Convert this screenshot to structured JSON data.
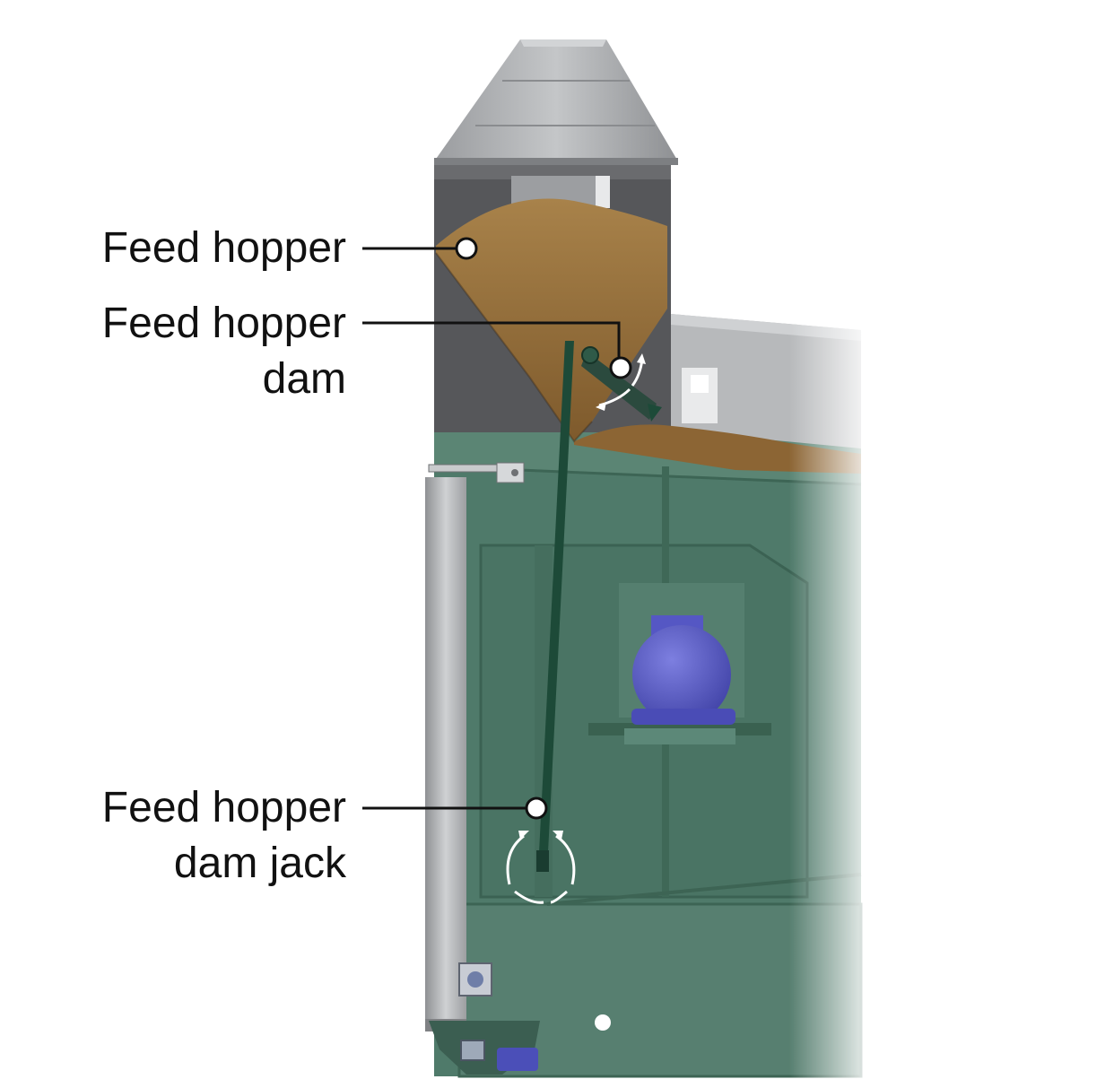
{
  "callouts": [
    {
      "id": "feed-hopper",
      "lines": [
        "Feed hopper"
      ]
    },
    {
      "id": "feed-hopper-dam",
      "lines": [
        "Feed hopper",
        "dam"
      ]
    },
    {
      "id": "feed-hopper-dam-jack",
      "lines": [
        "Feed hopper",
        "dam jack"
      ]
    }
  ],
  "colors": {
    "machine_green": "#4f7a6a",
    "machine_green_dark": "#2f5445",
    "rod_green": "#1d4a38",
    "grain": "#9a7040",
    "hopper_grey": "#56575a",
    "roof_grey": "#a7a9ab",
    "galvanized": "#bcbec0",
    "motor_blue": "#5a5cc9",
    "leader_line": "#111111",
    "marker_fill": "#ffffff"
  }
}
